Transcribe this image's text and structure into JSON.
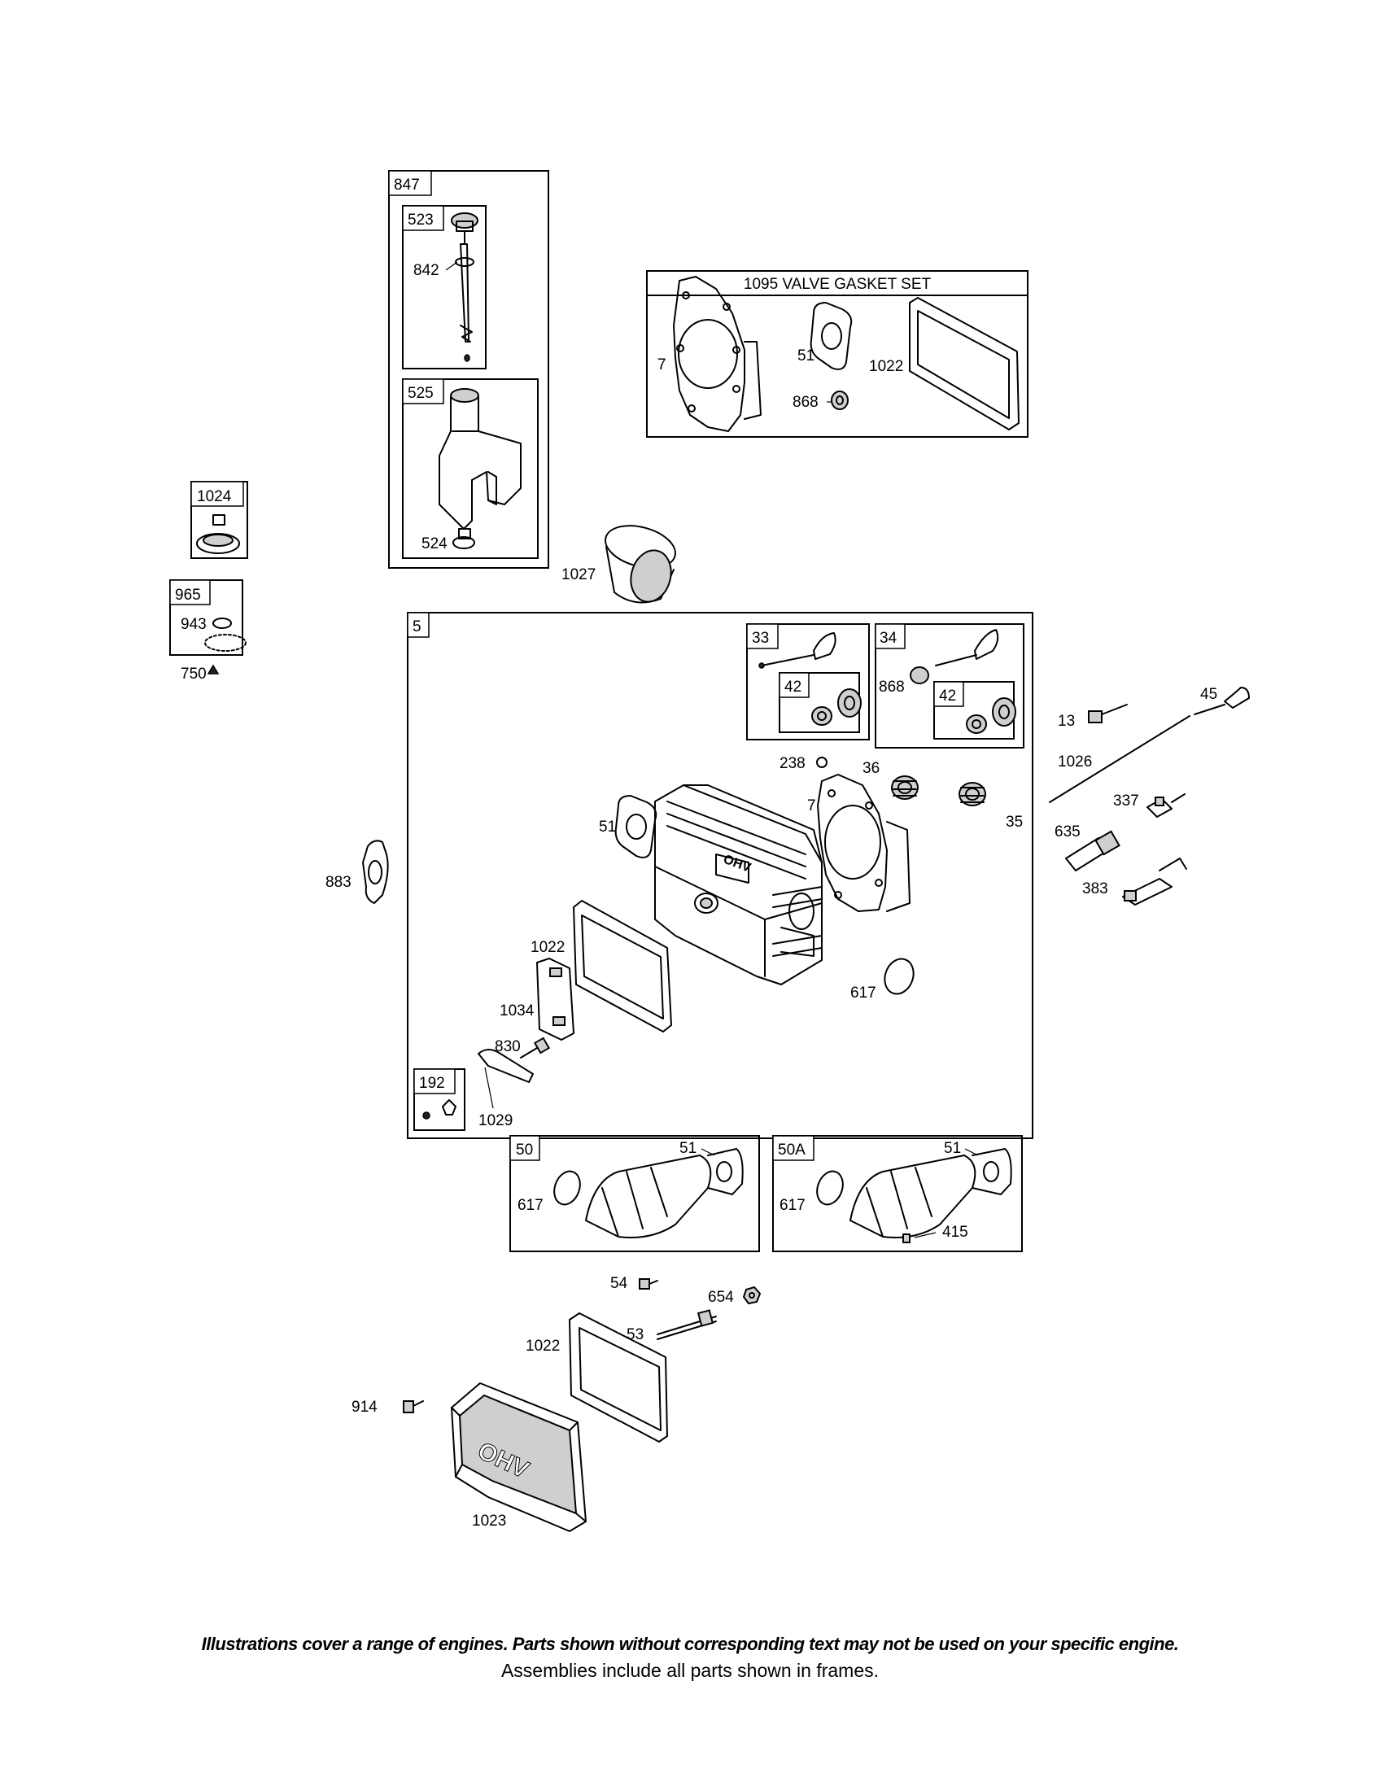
{
  "frames": {
    "f847": "847",
    "f523": "523",
    "f525": "525",
    "f1095": "1095 VALVE GASKET SET",
    "f1024": "1024",
    "f965": "965",
    "f5": "5",
    "f33": "33",
    "f34": "34",
    "f42a": "42",
    "f42b": "42",
    "f192": "192",
    "f50": "50",
    "f50a": "50A"
  },
  "callouts": {
    "c842": "842",
    "c524": "524",
    "c7a": "7",
    "c51a": "51",
    "c1022a": "1022",
    "c868a": "868",
    "c1027": "1027",
    "c943": "943",
    "c750": "750",
    "c868b": "868",
    "c238": "238",
    "c36": "36",
    "c35": "35",
    "c7b": "7",
    "c51b": "51",
    "c883": "883",
    "c1022b": "1022",
    "c1034": "1034",
    "c830": "830",
    "c1029": "1029",
    "c617a": "617",
    "c13": "13",
    "c45": "45",
    "c1026": "1026",
    "c337": "337",
    "c635": "635",
    "c383": "383",
    "c51c": "51",
    "c617b": "617",
    "c51d": "51",
    "c617c": "617",
    "c415": "415",
    "c54": "54",
    "c654": "654",
    "c53": "53",
    "c1022c": "1022",
    "c914": "914",
    "c1023": "1023"
  },
  "cover_lettering": "OHV",
  "footer": {
    "note1": "Illustrations cover a range of engines. Parts shown without corresponding text may not be used on your specific engine.",
    "note2": "Assemblies include all parts shown in frames."
  }
}
